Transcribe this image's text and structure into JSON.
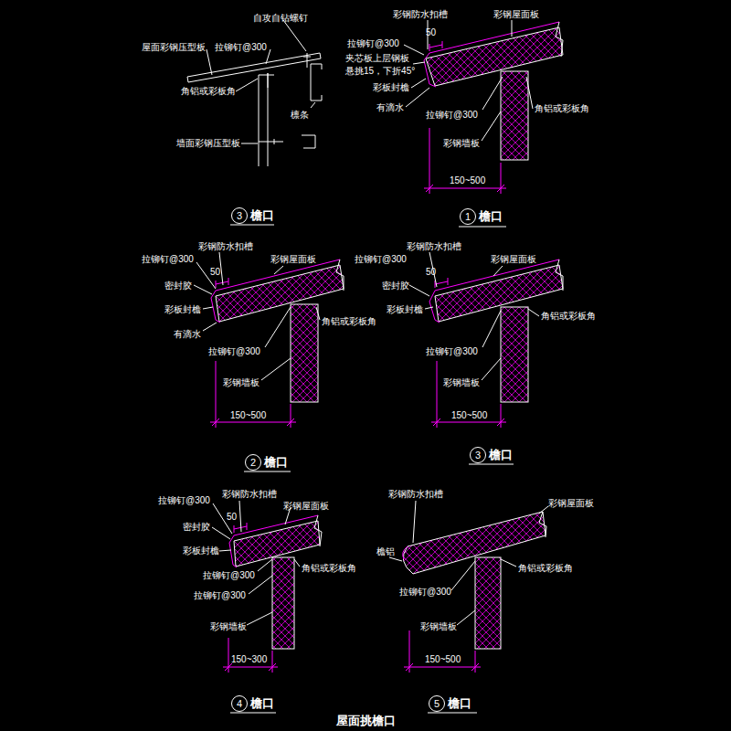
{
  "diagram": {
    "title": "屋面挑檐口",
    "nodes": [
      {
        "text": [
          "3"
        ]
      },
      {
        "text": [
          "1"
        ]
      },
      {
        "text": [
          "2"
        ]
      },
      {
        "text": [
          "3"
        ]
      },
      {
        "text": [
          "4"
        ]
      },
      {
        "text": [
          "5"
        ]
      }
    ],
    "labels": [
      "自攻自钻螺钉",
      "屋面彩钢压型板",
      "拉铆钉@300",
      "角铝或彩板角",
      "檩条",
      "墙面彩钢压型板",
      "檐口",
      "彩钢防水扣槽",
      "彩钢屋面板",
      "拉铆钉@300",
      "50",
      "夹芯板上层钢板",
      "悬挑15，下折45°",
      "彩板封檐",
      "有滴水",
      "拉铆钉@300",
      "角铝或彩板角",
      "彩钢墙板",
      "150~500",
      "檐口",
      "彩钢防水扣槽",
      "彩钢屋面板",
      "拉铆钉@300",
      "50",
      "密封胶",
      "彩板封檐",
      "角铝或彩板角",
      "有滴水",
      "拉铆钉@300",
      "彩钢墙板",
      "150~500",
      "檐口",
      "彩钢防水扣槽",
      "彩钢屋面板",
      "拉铆钉@300",
      "50",
      "密封胶",
      "彩板封檐",
      "角铝或彩板角",
      "拉铆钉@300",
      "彩钢墙板",
      "150~500",
      "檐口",
      "拉铆钉@300",
      "彩钢防水扣槽",
      "彩钢屋面板",
      "50",
      "密封胶",
      "彩板封檐",
      "拉铆钉@300",
      "角铝或彩板角",
      "拉铆钉@300",
      "彩钢墙板",
      "150~300",
      "檐口",
      "彩钢防水扣槽",
      "彩钢屋面板",
      "檐铝",
      "角铝或彩板角",
      "拉铆钉@300",
      "彩钢墙板",
      "150~500",
      "檐口"
    ]
  }
}
